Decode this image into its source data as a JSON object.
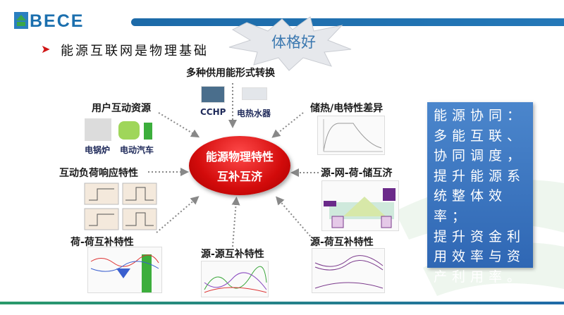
{
  "header": {
    "logo_text": "BECE",
    "title": "能源互联网是物理基础",
    "callout": "体格好"
  },
  "center": {
    "line1": "能源物理特性",
    "line2": "互补互济"
  },
  "nodes": {
    "top": {
      "label": "多种供用能形式转换",
      "items": [
        "CCHP",
        "电热水器"
      ]
    },
    "top_left": {
      "label": "用户互动资源",
      "items": [
        "电锅炉",
        "电动汽车"
      ]
    },
    "top_right": {
      "label": "储热/电特性差异"
    },
    "left": {
      "label": "互动负荷响应特性"
    },
    "right": {
      "label": "源-网-荷-储互济"
    },
    "bottom_left": {
      "label": "荷-荷互补特性"
    },
    "bottom": {
      "label": "源-源互补特性"
    },
    "bottom_right": {
      "label": "源-荷互补特性"
    }
  },
  "side_box": {
    "lines": [
      "能源协同：",
      "多能互联、",
      "协同调度，",
      "提升能源系",
      "统整体效率；",
      "提升资金利",
      "用效率与资",
      "产利用率。"
    ]
  },
  "colors": {
    "accent_blue": "#1c6aa8",
    "center_red": "#d30b0b",
    "box_blue": "#3a72bd"
  }
}
